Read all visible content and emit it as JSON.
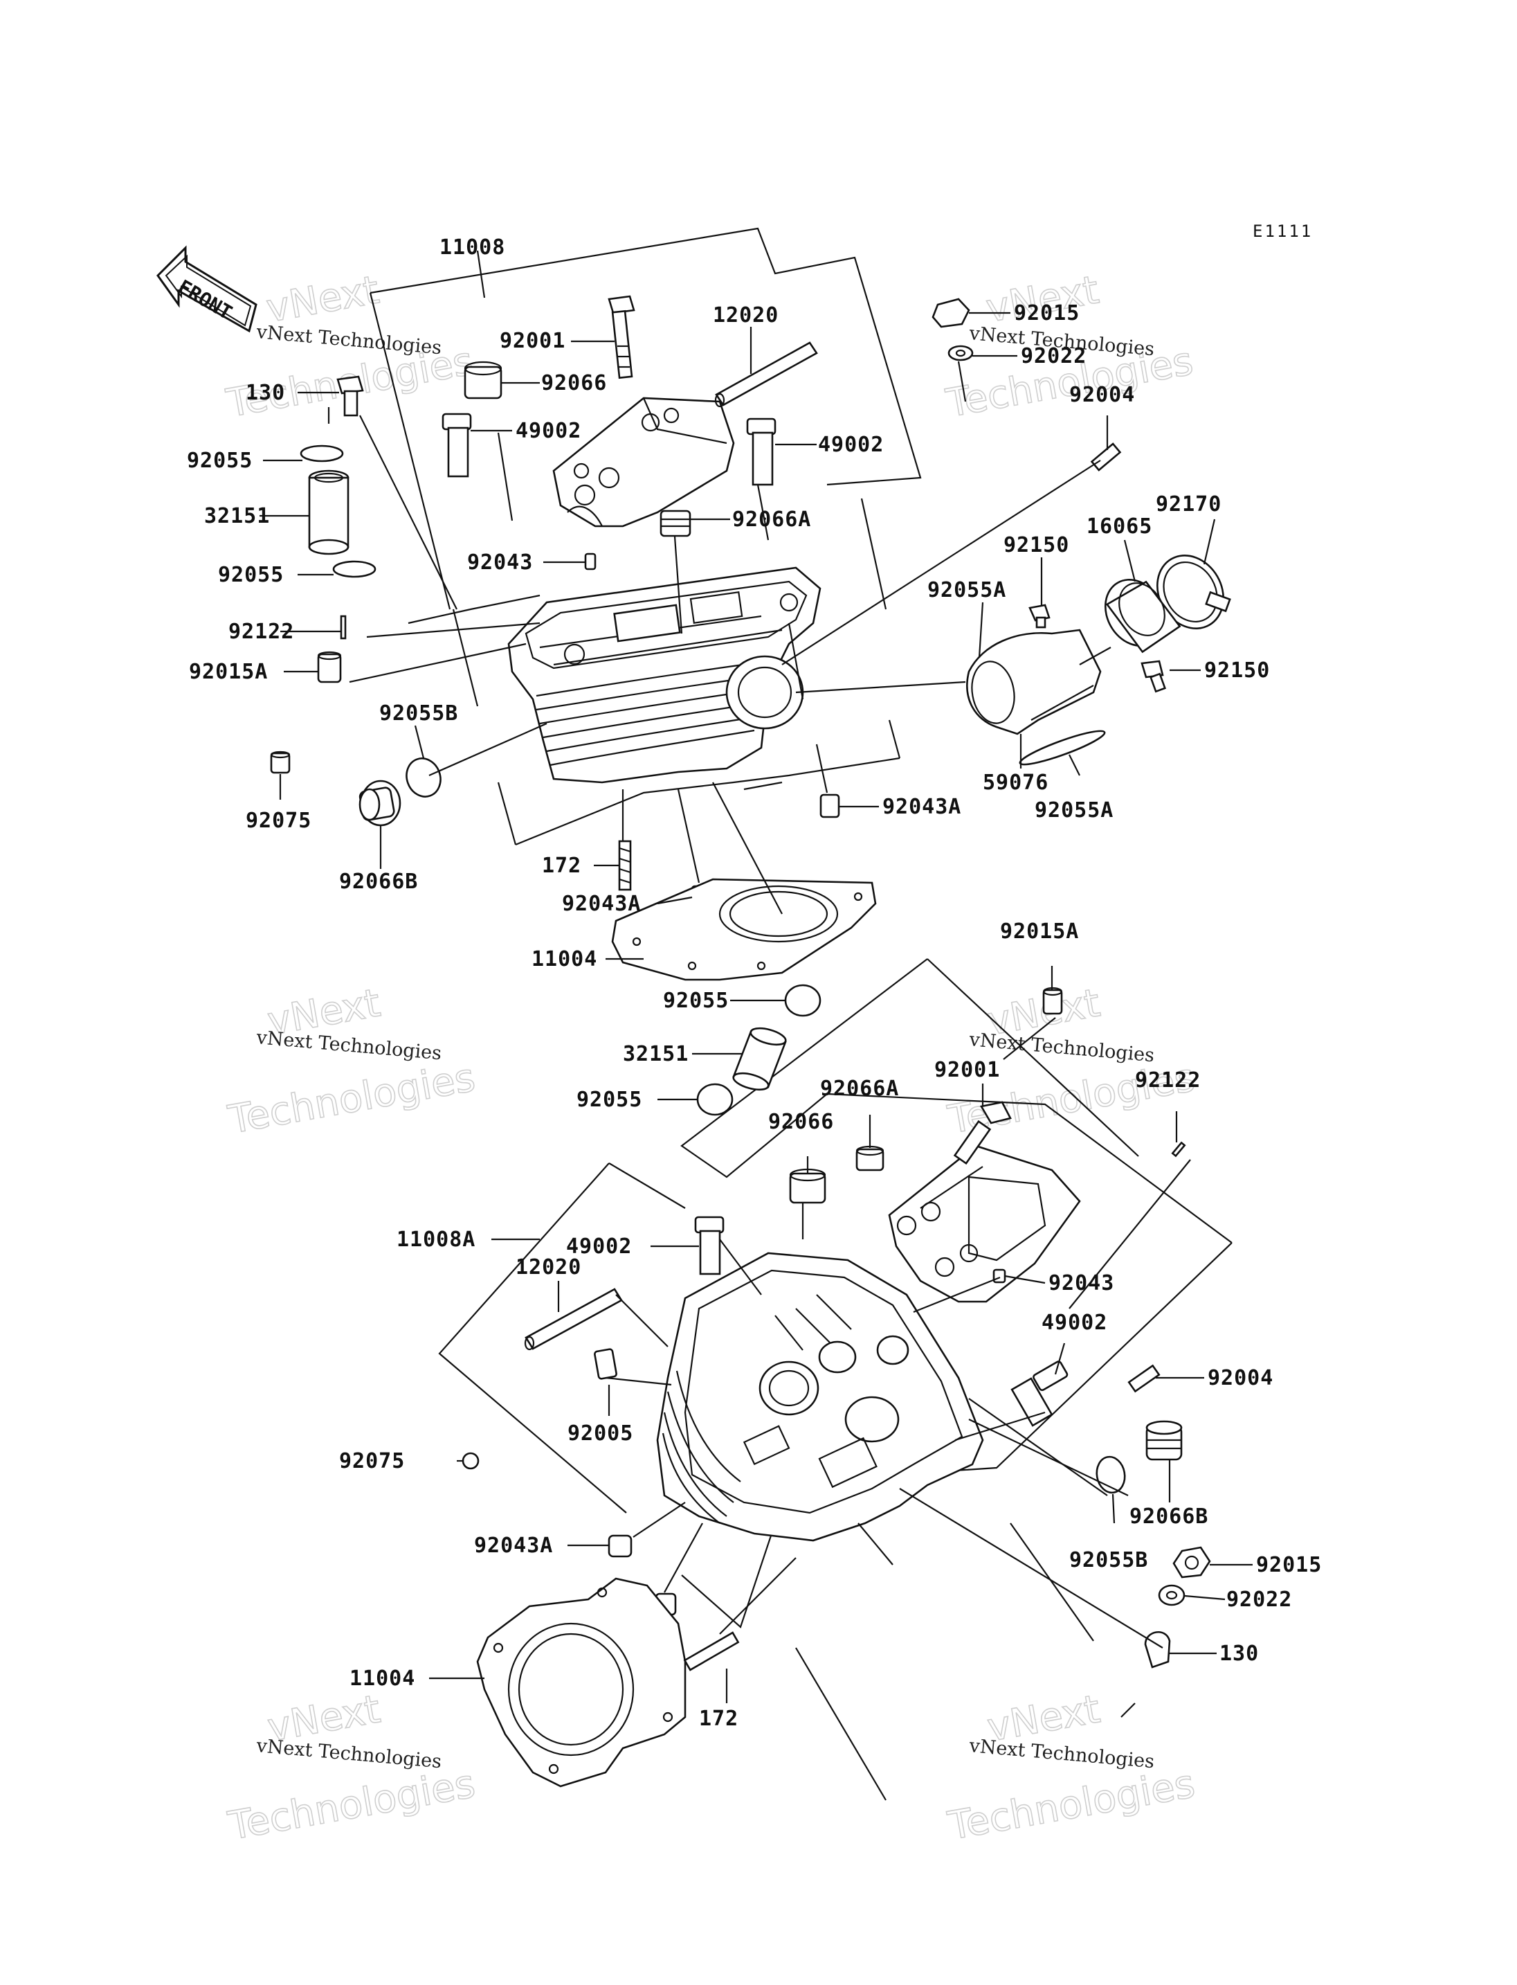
{
  "diagram_code": "E1111",
  "front_arrow": {
    "label": "FRONT",
    "icon": "front-arrow-icon"
  },
  "watermark": {
    "line1": "vNext Technologies",
    "line2": "Technologies",
    "logo_text": "vNext"
  },
  "labels": {
    "top_11008": "11008",
    "top_92001": "92001",
    "top_92066": "92066",
    "top_12020": "12020",
    "top_49002_left": "49002",
    "top_49002_right": "49002",
    "top_130": "130",
    "top_92055_a": "92055",
    "top_32151": "32151",
    "top_92055_b": "92055",
    "top_92066A": "92066A",
    "top_92043": "92043",
    "top_92122": "92122",
    "top_92015A": "92015A",
    "top_92055B": "92055B",
    "top_92075": "92075",
    "top_92066B": "92066B",
    "top_172": "172",
    "top_92043A_a": "92043A",
    "top_92043A_b": "92043A",
    "top_11004": "11004",
    "top_92015": "92015",
    "top_92022": "92022",
    "top_92004": "92004",
    "top_92170": "92170",
    "top_16065": "16065",
    "top_92150_a": "92150",
    "top_92150_b": "92150",
    "top_92055A_a": "92055A",
    "top_92055A_b": "92055A",
    "top_59076": "59076",
    "bot_92015A": "92015A",
    "bot_92055_a": "92055",
    "bot_32151": "32151",
    "bot_92055_b": "92055",
    "bot_92066A": "92066A",
    "bot_92001": "92001",
    "bot_92122": "92122",
    "bot_92066": "92066",
    "bot_11008A": "11008A",
    "bot_49002_left": "49002",
    "bot_12020": "12020",
    "bot_92043": "92043",
    "bot_49002_right": "49002",
    "bot_92004": "92004",
    "bot_92005": "92005",
    "bot_92075": "92075",
    "bot_92066B": "92066B",
    "bot_92055B": "92055B",
    "bot_92043A": "92043A",
    "bot_92015": "92015",
    "bot_92022": "92022",
    "bot_130": "130",
    "bot_11004": "11004",
    "bot_172": "172"
  }
}
